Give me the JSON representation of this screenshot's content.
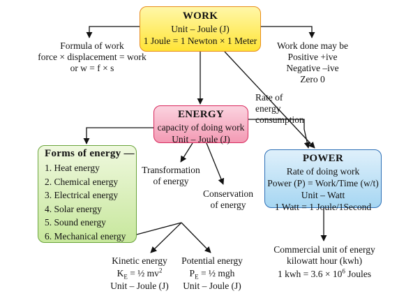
{
  "work": {
    "title": "WORK",
    "unit": "Unit – Joule (J)",
    "definition": "1 Joule = 1 Newton × 1 Meter"
  },
  "formula_of_work": {
    "line1": "Formula of work",
    "line2": "force × displacement = work",
    "line3": "or w = f × s"
  },
  "work_done": {
    "line1": "Work done may be",
    "line2": "Positive +ive",
    "line3": "Negative –ive",
    "line4": "Zero 0"
  },
  "energy": {
    "title": "ENERGY",
    "definition": "capacity of doing work",
    "unit": "Unit – Joule (J)"
  },
  "rate_label": {
    "line1": "Rate of",
    "line2": "energy",
    "line3": "consumption"
  },
  "forms": {
    "title": "Forms of energy —",
    "items": [
      "1. Heat energy",
      "2. Chemical energy",
      "3. Electrical energy",
      "4. Solar energy",
      "5. Sound energy",
      "6. Mechanical energy"
    ]
  },
  "transformation": {
    "line1": "Transformation",
    "line2": "of energy"
  },
  "conservation": {
    "line1": "Conservation",
    "line2": "of energy"
  },
  "power": {
    "title": "POWER",
    "definition": "Rate of doing work",
    "formula": "Power (P) = Work/Time (w/t)",
    "unit": "Unit – Watt",
    "watt": "1 Watt = 1 Joule/1Second"
  },
  "commercial": {
    "line1": "Commercial unit of energy",
    "line2": "kilowatt hour (kwh)",
    "line3_prefix": "1 kwh = 3.6 × 10",
    "line3_exp": "6",
    "line3_suffix": " Joules"
  },
  "kinetic": {
    "title": "Kinetic energy",
    "formula_k": "K",
    "formula_sub": "E",
    "formula_eq": " = ½ mv",
    "formula_sup": "2",
    "unit": "Unit – Joule (J)"
  },
  "potential": {
    "title": "Potential energy",
    "formula_p": "P",
    "formula_sub": "E",
    "formula_eq": " = ½ mgh",
    "unit": "Unit – Joule (J)"
  }
}
